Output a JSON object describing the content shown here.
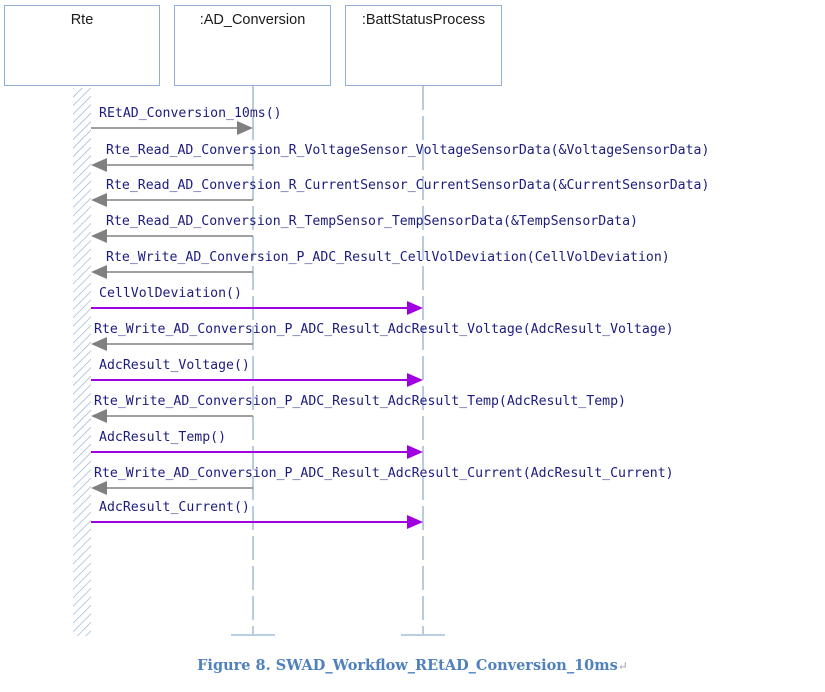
{
  "diagram": {
    "type": "sequence",
    "lifelines": [
      {
        "id": "rte",
        "label": "Rte"
      },
      {
        "id": "ad",
        "label": ":AD_Conversion"
      },
      {
        "id": "batt",
        "label": ":BattStatusProcess"
      }
    ],
    "messages": [
      {
        "label": "REtAD_Conversion_10ms()",
        "from": "rte",
        "to": "ad",
        "kind": "call"
      },
      {
        "label": "Rte_Read_AD_Conversion_R_VoltageSensor_VoltageSensorData(&VoltageSensorData)",
        "from": "ad",
        "to": "rte",
        "kind": "call"
      },
      {
        "label": "Rte_Read_AD_Conversion_R_CurrentSensor_CurrentSensorData(&CurrentSensorData)",
        "from": "ad",
        "to": "rte",
        "kind": "call"
      },
      {
        "label": "Rte_Read_AD_Conversion_R_TempSensor_TempSensorData(&TempSensorData)",
        "from": "ad",
        "to": "rte",
        "kind": "call"
      },
      {
        "label": "Rte_Write_AD_Conversion_P_ADC_Result_CellVolDeviation(CellVolDeviation)",
        "from": "ad",
        "to": "rte",
        "kind": "call"
      },
      {
        "label": "CellVolDeviation()",
        "from": "rte",
        "to": "batt",
        "kind": "event"
      },
      {
        "label": "Rte_Write_AD_Conversion_P_ADC_Result_AdcResult_Voltage(AdcResult_Voltage)",
        "from": "ad",
        "to": "rte",
        "kind": "call"
      },
      {
        "label": "AdcResult_Voltage()",
        "from": "rte",
        "to": "batt",
        "kind": "event"
      },
      {
        "label": "Rte_Write_AD_Conversion_P_ADC_Result_AdcResult_Temp(AdcResult_Temp)",
        "from": "ad",
        "to": "rte",
        "kind": "call"
      },
      {
        "label": "AdcResult_Temp()",
        "from": "rte",
        "to": "batt",
        "kind": "event"
      },
      {
        "label": "Rte_Write_AD_Conversion_P_ADC_Result_AdcResult_Current(AdcResult_Current)",
        "from": "ad",
        "to": "rte",
        "kind": "call"
      },
      {
        "label": "AdcResult_Current()",
        "from": "rte",
        "to": "batt",
        "kind": "event"
      }
    ],
    "caption": "Figure 8. SWAD_Workflow_REtAD_Conversion_10ms",
    "caption_mark": "↵"
  },
  "colors": {
    "lifeline": "#8fb0d3",
    "call_arrow": "#808080",
    "event_arrow": "#a000e0",
    "label_text": "#1c1c80",
    "caption": "#4f81bd"
  }
}
